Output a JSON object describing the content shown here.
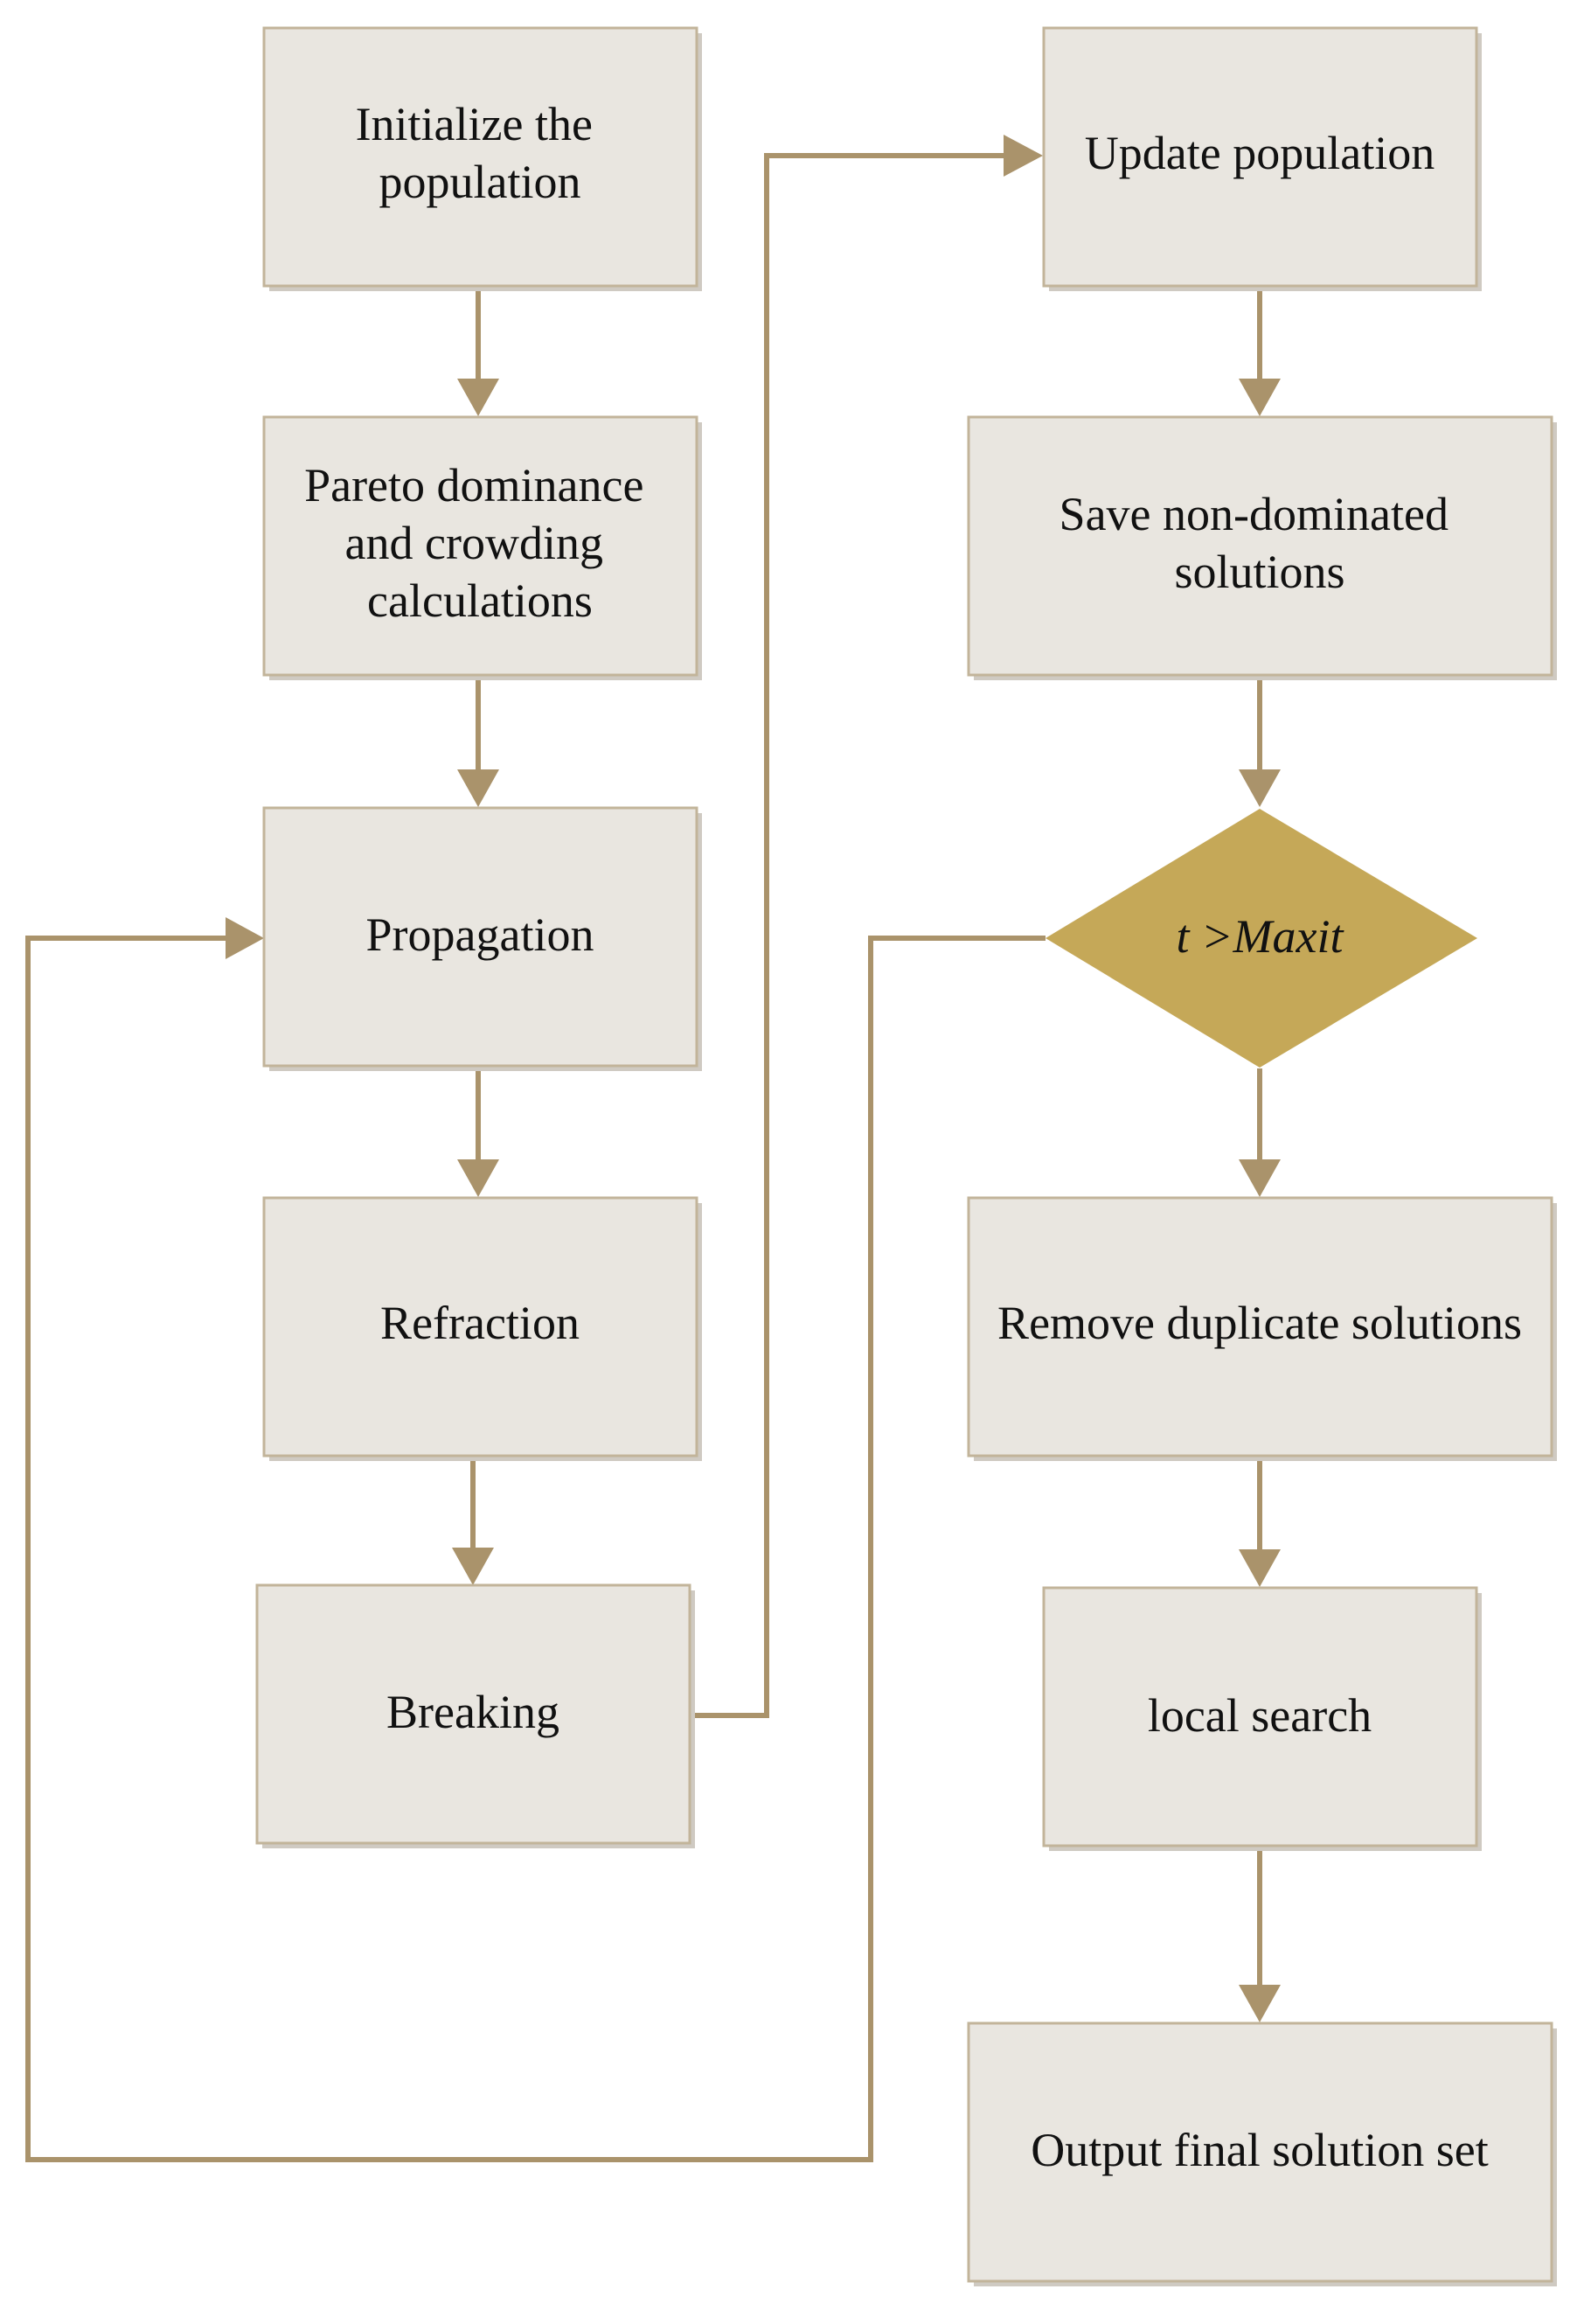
{
  "diagram": {
    "nodes": {
      "initialize": {
        "line1": "Initialize the",
        "line2": "population"
      },
      "pareto": {
        "line1": "Pareto dominance",
        "line2": "and crowding",
        "line3": "calculations"
      },
      "propagation": {
        "label": "Propagation"
      },
      "refraction": {
        "label": "Refraction"
      },
      "breaking": {
        "label": "Breaking"
      },
      "update": {
        "label": "Update population"
      },
      "save": {
        "line1": "Save non-dominated",
        "line2": "solutions"
      },
      "decision": {
        "label": "t >Maxit"
      },
      "remove": {
        "label": "Remove duplicate solutions"
      },
      "local": {
        "label": "local search"
      },
      "output": {
        "label": "Output final solution set"
      }
    },
    "colors": {
      "box_fill": "#e9e6e0",
      "box_border": "#c2b49a",
      "connector": "#aa936b",
      "decision_fill": "#c5a858"
    }
  }
}
